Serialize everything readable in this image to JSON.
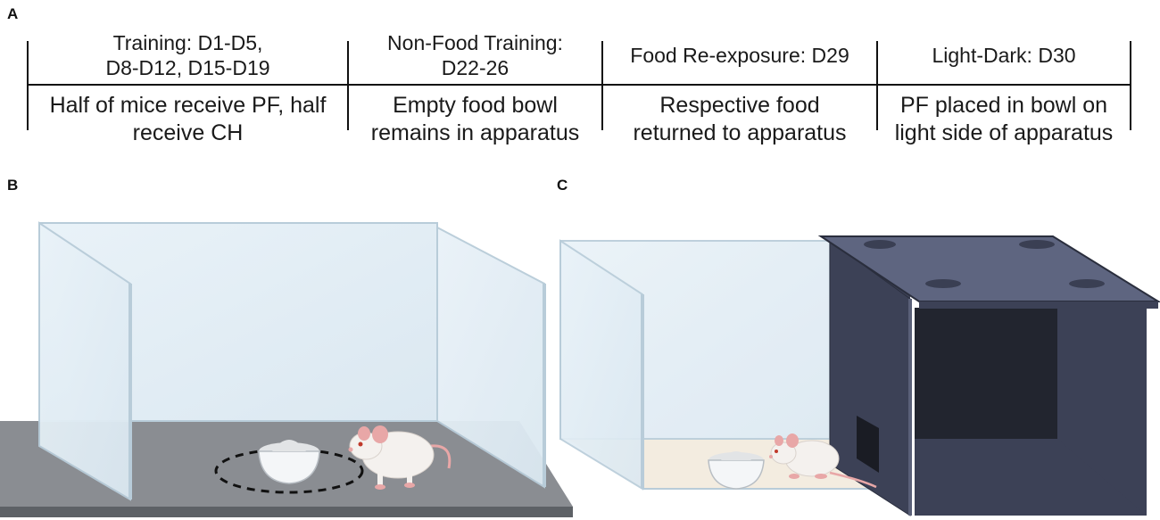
{
  "panels": {
    "a": "A",
    "b": "B",
    "c": "C"
  },
  "timeline": [
    {
      "phase": "Training: D1-D5,\nD8-D12, D15-D19",
      "description": "Half of mice receive PF, half\nreceive CH"
    },
    {
      "phase": "Non-Food Training:\nD22-26",
      "description": "Empty food bowl\nremains in apparatus"
    },
    {
      "phase": "Food Re-exposure: D29",
      "description": "Respective food\nreturned to apparatus"
    },
    {
      "phase": "Light-Dark: D30",
      "description": "PF placed in bowl on\nlight side of apparatus"
    }
  ],
  "colors": {
    "floor_b": "#8a8d92",
    "floor_b_edge": "#5d6166",
    "floor_c": "#f3ece0",
    "glass": "#e3eef5",
    "glass_edge": "#b8ccd9",
    "dark_box": "#3c4156",
    "dark_box_top": "#5e6580",
    "dark_interior": "#22252f",
    "mouse_body": "#f4f1ee",
    "mouse_pink": "#e8a7a7",
    "bowl": "#f4f6f8",
    "food": "#e2e4e6"
  }
}
